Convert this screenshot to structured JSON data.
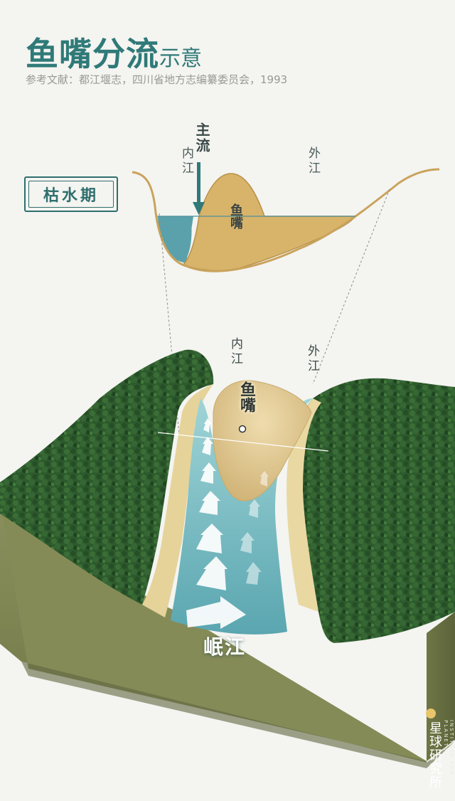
{
  "title": {
    "main": "鱼嘴分流",
    "sub": "示意"
  },
  "reference": "参考文献：都江堰志，四川省地方志编纂委员会，1993",
  "season_label": "枯水期",
  "cross_section": {
    "main_flow": "主流",
    "inner_river": "内江",
    "outer_river": "外江",
    "fish_mouth": "鱼嘴"
  },
  "block_diagram": {
    "inner_river": "内江",
    "outer_river": "外江",
    "fish_mouth": "鱼嘴",
    "river": "岷江"
  },
  "brand": {
    "name": "星球研究所",
    "english": "INSTITUTE FOR PLANETS"
  },
  "colors": {
    "title": "#2f7a78",
    "water": "#5aa3ad",
    "sand": "#d9b46a",
    "forest": "#2f5a2e",
    "ground": "#7f8756"
  }
}
